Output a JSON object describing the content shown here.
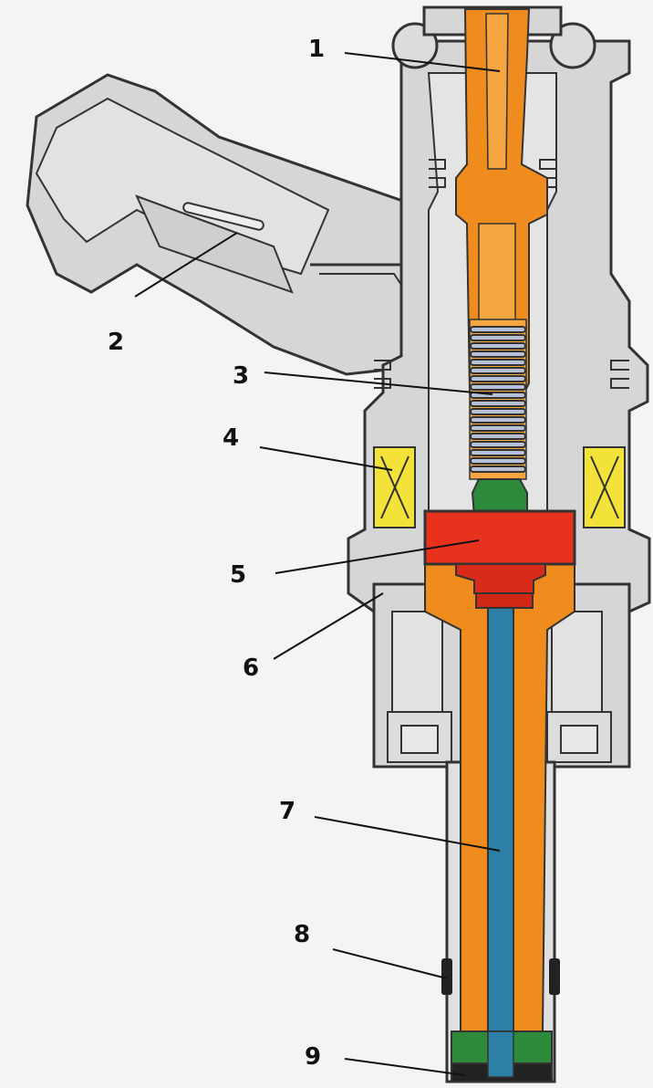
{
  "colors": {
    "background": "#f4f4f4",
    "housing": "#d6d6d6",
    "outline": "#333333",
    "fuel_passage": "#f08c1e",
    "armature": "#e8321e",
    "needle": "#2e7fa6",
    "coil": "#f2e23a",
    "green_parts": "#2d8a3a",
    "spring": "#b8c2d6"
  },
  "callouts": [
    {
      "id": "1",
      "label": "1"
    },
    {
      "id": "2",
      "label": "2"
    },
    {
      "id": "3",
      "label": "3"
    },
    {
      "id": "4",
      "label": "4"
    },
    {
      "id": "5",
      "label": "5"
    },
    {
      "id": "6",
      "label": "6"
    },
    {
      "id": "7",
      "label": "7"
    },
    {
      "id": "8",
      "label": "8"
    },
    {
      "id": "9",
      "label": "9"
    }
  ]
}
